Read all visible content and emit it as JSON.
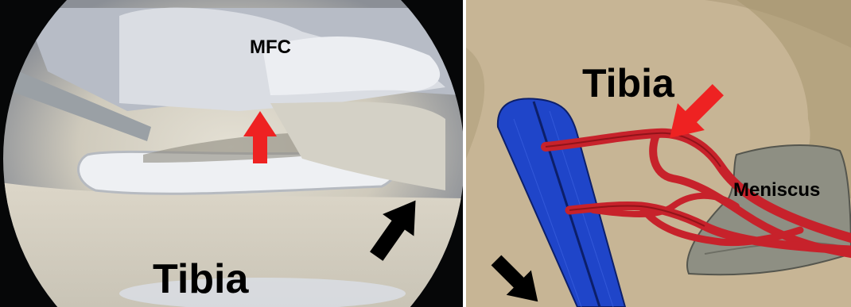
{
  "left_panel": {
    "description_kind": "arthroscopic view",
    "labels": {
      "mfc": "MFC",
      "tibia": "Tibia"
    },
    "arrows": [
      {
        "name": "red-arrow",
        "color": "#ee2222",
        "direction": "up"
      },
      {
        "name": "black-arrow",
        "color": "#000000",
        "direction": "up-right"
      }
    ]
  },
  "right_panel": {
    "description_kind": "schematic illustration",
    "labels": {
      "tibia": "Tibia",
      "meniscus": "Meniscus"
    },
    "colors": {
      "background": "#c7b595",
      "graft": "#1f45c9",
      "suture": "#c7222b",
      "meniscus": "#8e8f83"
    },
    "arrows": [
      {
        "name": "red-arrow",
        "color": "#ee2222",
        "direction": "down-left"
      },
      {
        "name": "black-arrow",
        "color": "#000000",
        "direction": "down-right"
      }
    ]
  }
}
